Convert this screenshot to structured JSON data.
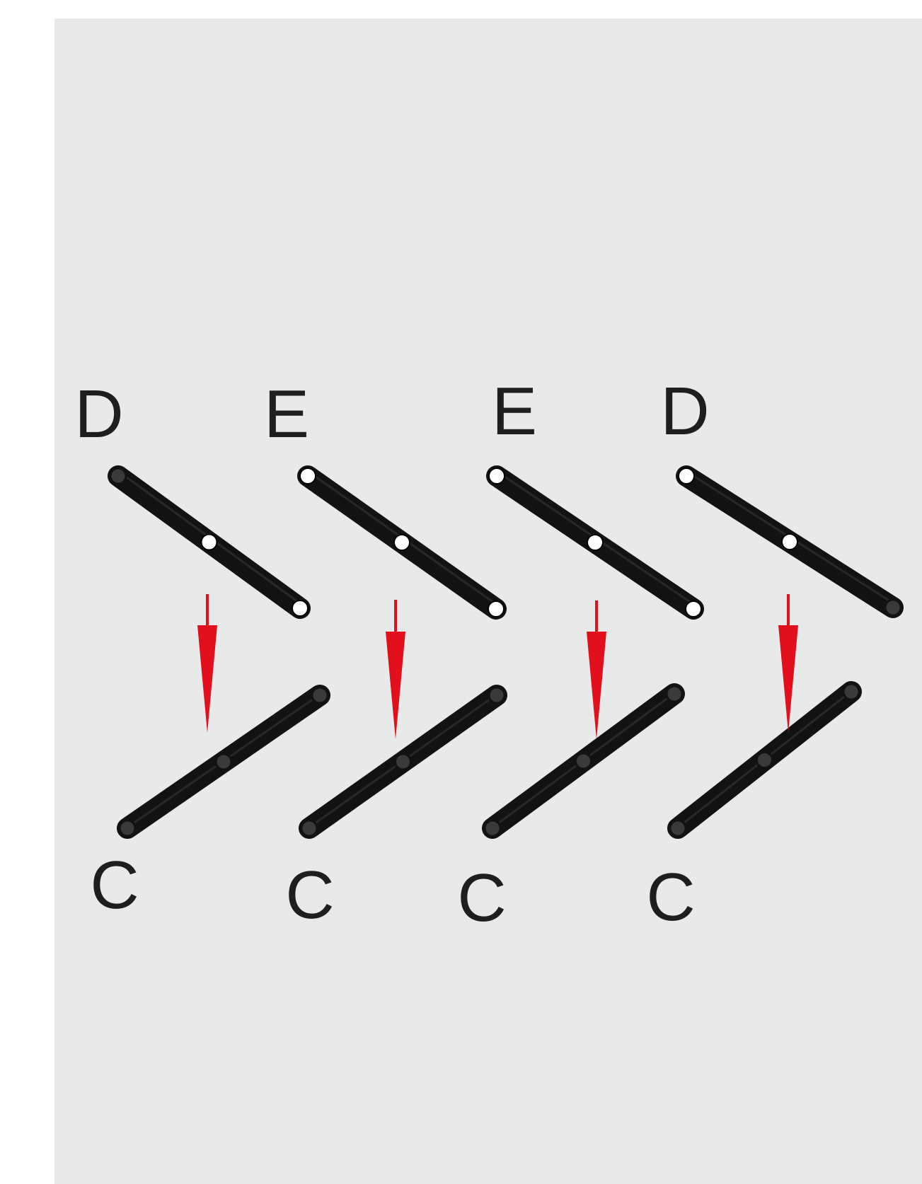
{
  "panel": {
    "background": "#e8e9e9"
  },
  "colors": {
    "part": "#121212",
    "part_highlight": "#3a3a3a",
    "hole": "#ffffff",
    "arrow": "#e2101d"
  },
  "top_row": [
    {
      "label": "D",
      "holes": [
        "closed",
        "open",
        "open"
      ]
    },
    {
      "label": "E",
      "holes": [
        "open",
        "open",
        "open"
      ]
    },
    {
      "label": "E",
      "holes": [
        "open",
        "open",
        "open"
      ]
    },
    {
      "label": "D",
      "holes": [
        "open",
        "open",
        "closed"
      ]
    }
  ],
  "bottom_row": [
    {
      "label": "C"
    },
    {
      "label": "C"
    },
    {
      "label": "C"
    },
    {
      "label": "C"
    }
  ],
  "arrows": [
    {
      "direction": "down"
    },
    {
      "direction": "down"
    },
    {
      "direction": "down"
    },
    {
      "direction": "down"
    }
  ]
}
